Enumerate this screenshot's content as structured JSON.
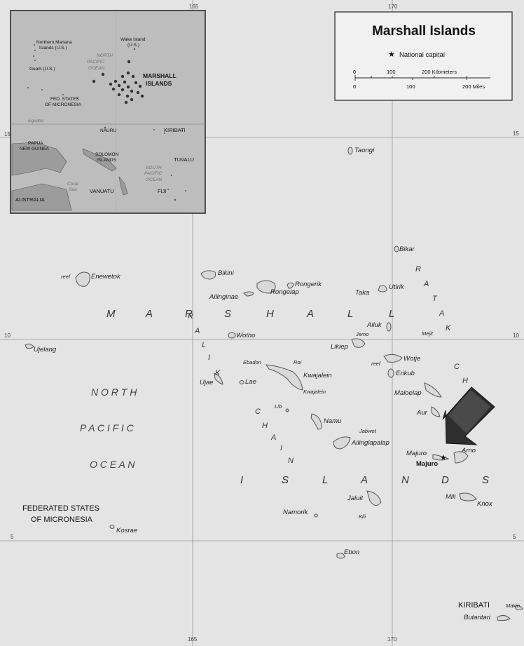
{
  "title": "Marshall Islands",
  "legend": {
    "capital_label": "National capital",
    "km_ticks": [
      "0",
      "100",
      "200 Kilometers"
    ],
    "mi_ticks": [
      "0",
      "100",
      "200 Miles"
    ]
  },
  "grid": {
    "lon_top": [
      "165",
      "170"
    ],
    "lon_bottom": [
      "165",
      "170"
    ],
    "lat_left": [
      "10",
      "5"
    ],
    "lat_right": [
      "15",
      "10",
      "5"
    ]
  },
  "inset": {
    "labels": {
      "northern_mariana": [
        "Northern Mariana",
        "Islands (U.S.)"
      ],
      "wake": [
        "Wake Island",
        "(U.S.)"
      ],
      "guam": "Guam (U.S.)",
      "north_pacific": [
        "NORTH",
        "PACIFIC",
        "OCEAN"
      ],
      "marshall": [
        "MARSHALL",
        "ISLANDS"
      ],
      "micronesia": [
        "FED. STATES",
        "OF MICRONESIA"
      ],
      "equator": "Equator",
      "nauru": "NAURU",
      "kiribati": "KIRIBATI",
      "png": [
        "PAPUA",
        "NEW GUINEA"
      ],
      "solomon": [
        "SOLOMON",
        "ISLANDS"
      ],
      "tuvalu": "TUVALU",
      "coral_sea": [
        "Coral",
        "Sea"
      ],
      "south_pacific": [
        "SOUTH",
        "PACIFIC",
        "OCEAN"
      ],
      "vanuatu": "VANUATU",
      "fiji": "FIJI",
      "australia": "AUSTRALIA",
      "lat15": "15"
    }
  },
  "islands": {
    "taongi": "Taongi",
    "bikar": "Bikar",
    "bikini": "Bikini",
    "enewetok": "Enewetok",
    "reef1": "reef",
    "rongerik": "Rongerik",
    "rongelap": "Rongelap",
    "ailinginae": "Ailinginae",
    "utirik": "Utirik",
    "taka": "Taka",
    "ailuk": "Ailuk",
    "jemo": "Jemo",
    "mejit": "Mejit",
    "wotho": "Wotho",
    "likiep": "Likiep",
    "ujelang": "Ujelang",
    "wotje": "Wotje",
    "reef2": "reef",
    "erikub": "Erikub",
    "ebadon": "Ebadon",
    "roi": "Roi",
    "kwajalein": "Kwajalein",
    "kwajalein2": "Kwajalein",
    "ujae": "Ujae",
    "lae": "Lae",
    "maloelap": "Maloelap",
    "lib": "Lib",
    "namu": "Namu",
    "aur": "Aur",
    "jabwot": "Jabwot",
    "ailinglapalap": "Ailinglapalap",
    "majuro": "Majuro",
    "majuro_cap": "Majuro",
    "arno": "Arno",
    "mili": "Mili",
    "knox": "Knox",
    "jaluit": "Jaluit",
    "kili": "Kili",
    "namorik": "Namorik",
    "kosrae": "Kosrae",
    "ebon": "Ebon",
    "butaritari": "Butaritari",
    "makin": "Makin"
  },
  "regions": {
    "marshall": [
      "M",
      "A",
      "R",
      "S",
      "H",
      "A",
      "L",
      "L"
    ],
    "ratak": [
      "R",
      "A",
      "T",
      "A",
      "K",
      "C",
      "H"
    ],
    "ralik": [
      "R",
      "A",
      "L",
      "I",
      "K"
    ],
    "chain": [
      "C",
      "H",
      "A",
      "I",
      "N"
    ],
    "islands": [
      "I",
      "S",
      "L",
      "A",
      "N",
      "D",
      "S"
    ],
    "north_pacific_ocean": [
      "N O R T H",
      "P A C I F I C",
      "O C E A N"
    ],
    "micronesia": [
      "FEDERATED STATES",
      "OF MICRONESIA"
    ],
    "kiribati": "KIRIBATI"
  }
}
